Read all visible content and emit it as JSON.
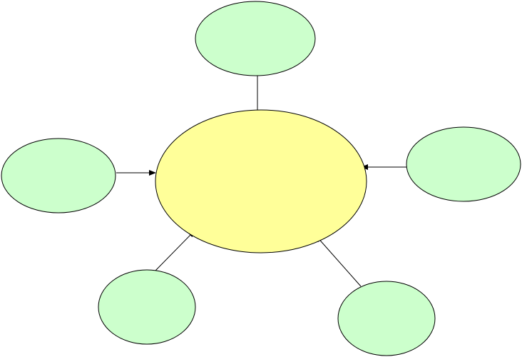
{
  "diagram": {
    "type": "hub-and-spoke",
    "colors": {
      "center_fill": "#ffff99",
      "satellite_fill": "#ccffcc",
      "stroke": "#000000",
      "background": "#ffffff"
    },
    "center": {
      "label": ""
    },
    "satellites": [
      {
        "id": "top",
        "label": ""
      },
      {
        "id": "left",
        "label": ""
      },
      {
        "id": "right",
        "label": ""
      },
      {
        "id": "bottom-left",
        "label": ""
      },
      {
        "id": "bottom-right",
        "label": ""
      }
    ],
    "arrow_direction": "inward"
  }
}
